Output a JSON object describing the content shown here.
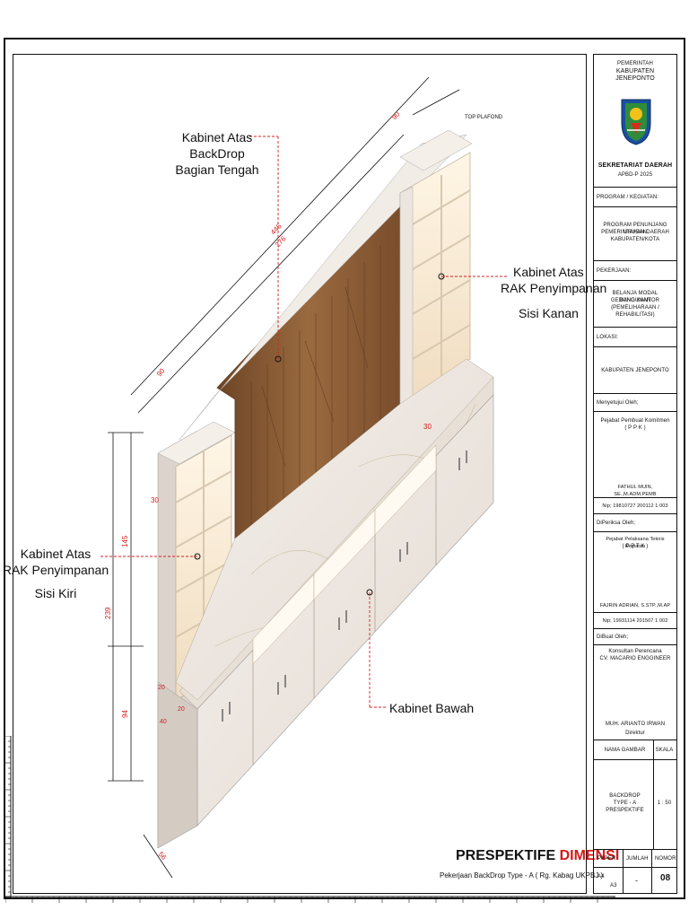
{
  "title_block": {
    "government_line1": "PEMERINTAH",
    "government_line2": "KABUPATEN JENEPONTO",
    "agency": "SEKRETARIAT DAERAH",
    "budget": "APBD-P 2025",
    "program_label": "PROGRAM / KEGIATAN:",
    "program_value_1": "PROGRAM PENUNJANG URUSAN",
    "program_value_2": "PEMERINTAHAN DAERAH",
    "program_value_3": "KABUPATEN/KOTA",
    "work_label": "PEKERJAAN:",
    "work_value_1": "BELANJA MODAL BANGUNAN",
    "work_value_2": "GEDUNG KANTOR",
    "work_value_3": "(PEMELIHARAAN / REHABILITASI)",
    "location_label": "LOKASI:",
    "location_value": "KABUPATEN JENEPONTO",
    "approved_label": "Menyetujui Oleh;",
    "approved_role_1": "Pejabat Pembuat Komitmen",
    "approved_role_2": "( P P K )",
    "approved_name": "FATHUL MUIN, SE.,M.Adm.Pemb",
    "approved_nip": "Nip; 19810727 200112 1 003",
    "checked_label": "DiPeriksa Oleh;",
    "checked_role_1": "Pejabat Pelaksana Teknis Kegiatan",
    "checked_role_2": "( P P T K )",
    "checked_name": "FAJRIN ADRIAN, S.STP.,M.AP",
    "checked_nip": "Nip; 19931114 201507 1 002",
    "made_label": "DiBuat Oleh;",
    "made_org_1": "Konsultan Perencana",
    "made_org_2": "CV. MACARIO ENGGINEER",
    "made_name": "MUH. ARIANTO IRWAN",
    "made_role": "Direktur",
    "drawing_name_header": "NAMA GAMBAR",
    "scale_header": "SKALA",
    "drawing_name_1": "BACKDROP",
    "drawing_name_2": "TYPE - A",
    "drawing_name_3": "PRESPEKTIFE",
    "scale_value": "1 : 50",
    "paper_header": "PAPER",
    "count_header": "JUMLAH",
    "number_header": "NOMOR",
    "paper_a4": "A4",
    "paper_a3": "A3",
    "count_value": "-",
    "number_value": "08"
  },
  "drawing": {
    "title_part1": "PRESPEKTIFE",
    "title_part2": "DIMENSI",
    "subtitle": "Pekerjaan BackDrop Type - A ( Rg. Kabag UKPBJ )",
    "top_plafond": "TOP PLAFOND",
    "label_center_1": "Kabinet Atas",
    "label_center_2": "BackDrop",
    "label_center_3": "Bagian Tengah",
    "label_right_1": "Kabinet Atas",
    "label_right_2": "RAK Penyimpanan",
    "label_right_3": "Sisi Kanan",
    "label_left_1": "Kabinet Atas",
    "label_left_2": "RAK Penyimpanan",
    "label_left_3": "Sisi Kiri",
    "label_bottom": "Kabinet Bawah",
    "dim_total_outer": "446",
    "dim_total_inner": "276",
    "dim_top_right": "90",
    "dim_top_left": "90",
    "dim_depth_right": "30",
    "dim_depth_left": "30",
    "dim_height_total": "239",
    "dim_height_upper": "145",
    "dim_height_lower": "94",
    "dim_base_depth": "56",
    "dim_small_1": "40",
    "dim_small_2": "20",
    "dim_small_3": "20"
  },
  "colors": {
    "dimension_red": "#d42020",
    "title_red": "#d41a1a",
    "wood": "#8a5a33",
    "marble": "#efe9e2"
  }
}
